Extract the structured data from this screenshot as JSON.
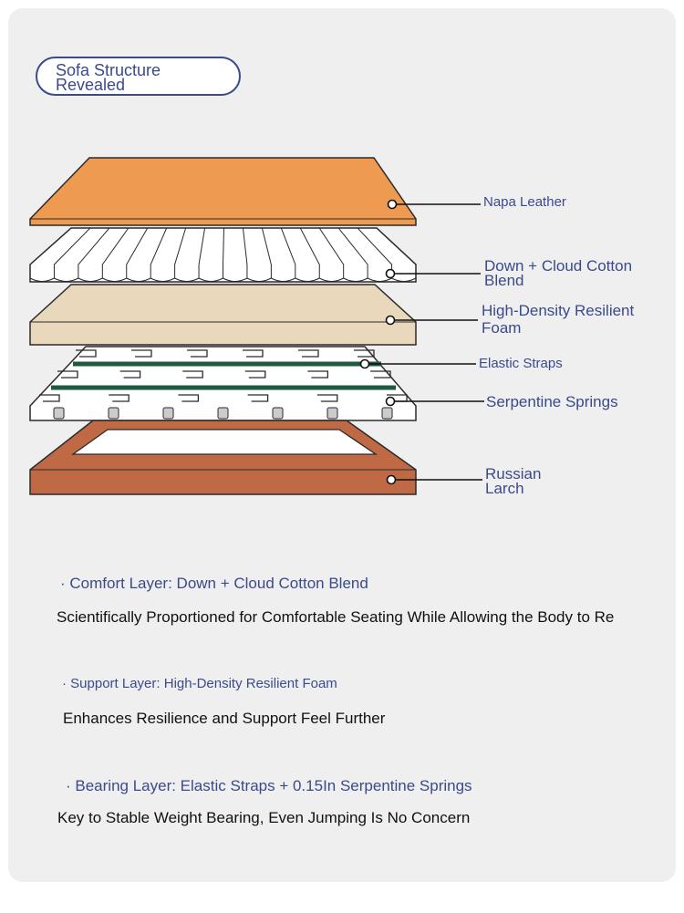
{
  "title": "Sofa Structure Revealed",
  "layers": [
    {
      "label": "Napa Leather"
    },
    {
      "label": "Down + Cloud Cotton Blend"
    },
    {
      "label": "High-Density Resilient Foam"
    },
    {
      "label": "Elastic Straps"
    },
    {
      "label": "Serpentine Springs"
    },
    {
      "label": "Russian Larch"
    }
  ],
  "sections": [
    {
      "heading": "Comfort Layer: Down + Cloud Cotton Blend",
      "body": "Scientifically Proportioned for Comfortable Seating While Allowing the Body to Re"
    },
    {
      "heading": "Support Layer: High-Density Resilient Foam",
      "body": "Enhances Resilience and Support Feel Further"
    },
    {
      "heading": "Bearing Layer: Elastic Straps + 0.15In Serpentine Springs",
      "body": "Key to Stable Weight Bearing, Even Jumping Is No Concern"
    }
  ],
  "colors": {
    "accent": "#3a4a8c",
    "leather": "#ee9a50",
    "foam": "#e9d8bc",
    "larch": "#c06a45",
    "strap": "#1e5a3c"
  }
}
